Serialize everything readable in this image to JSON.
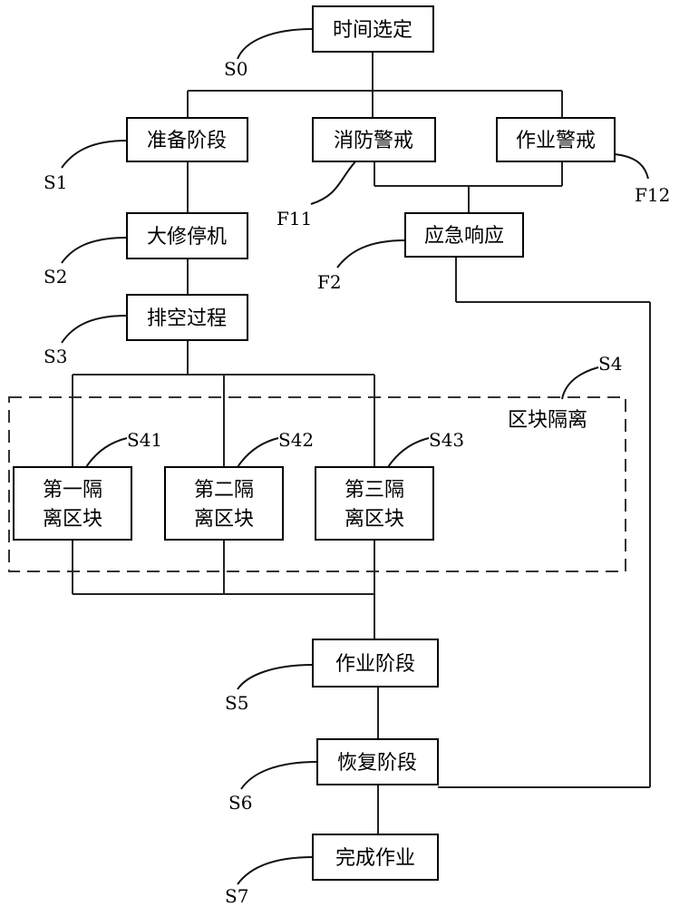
{
  "nodes": {
    "time_select": "时间选定",
    "prep_stage": "准备阶段",
    "fire_alert": "消防警戒",
    "work_alert": "作业警戒",
    "emergency": "应急响应",
    "overhaul_stop": "大修停机",
    "drain": "排空过程",
    "iso1_line1": "第一隔",
    "iso1_line2": "离区块",
    "iso2_line1": "第二隔",
    "iso2_line2": "离区块",
    "iso3_line1": "第三隔",
    "iso3_line2": "离区块",
    "work_stage": "作业阶段",
    "restore_stage": "恢复阶段",
    "complete": "完成作业"
  },
  "group": {
    "title": "区块隔离"
  },
  "labels": {
    "s0": "S0",
    "s1": "S1",
    "s2": "S2",
    "s3": "S3",
    "s4": "S4",
    "s41": "S41",
    "s42": "S42",
    "s43": "S43",
    "s5": "S5",
    "s6": "S6",
    "s7": "S7",
    "f11": "F11",
    "f12": "F12",
    "f2": "F2"
  }
}
